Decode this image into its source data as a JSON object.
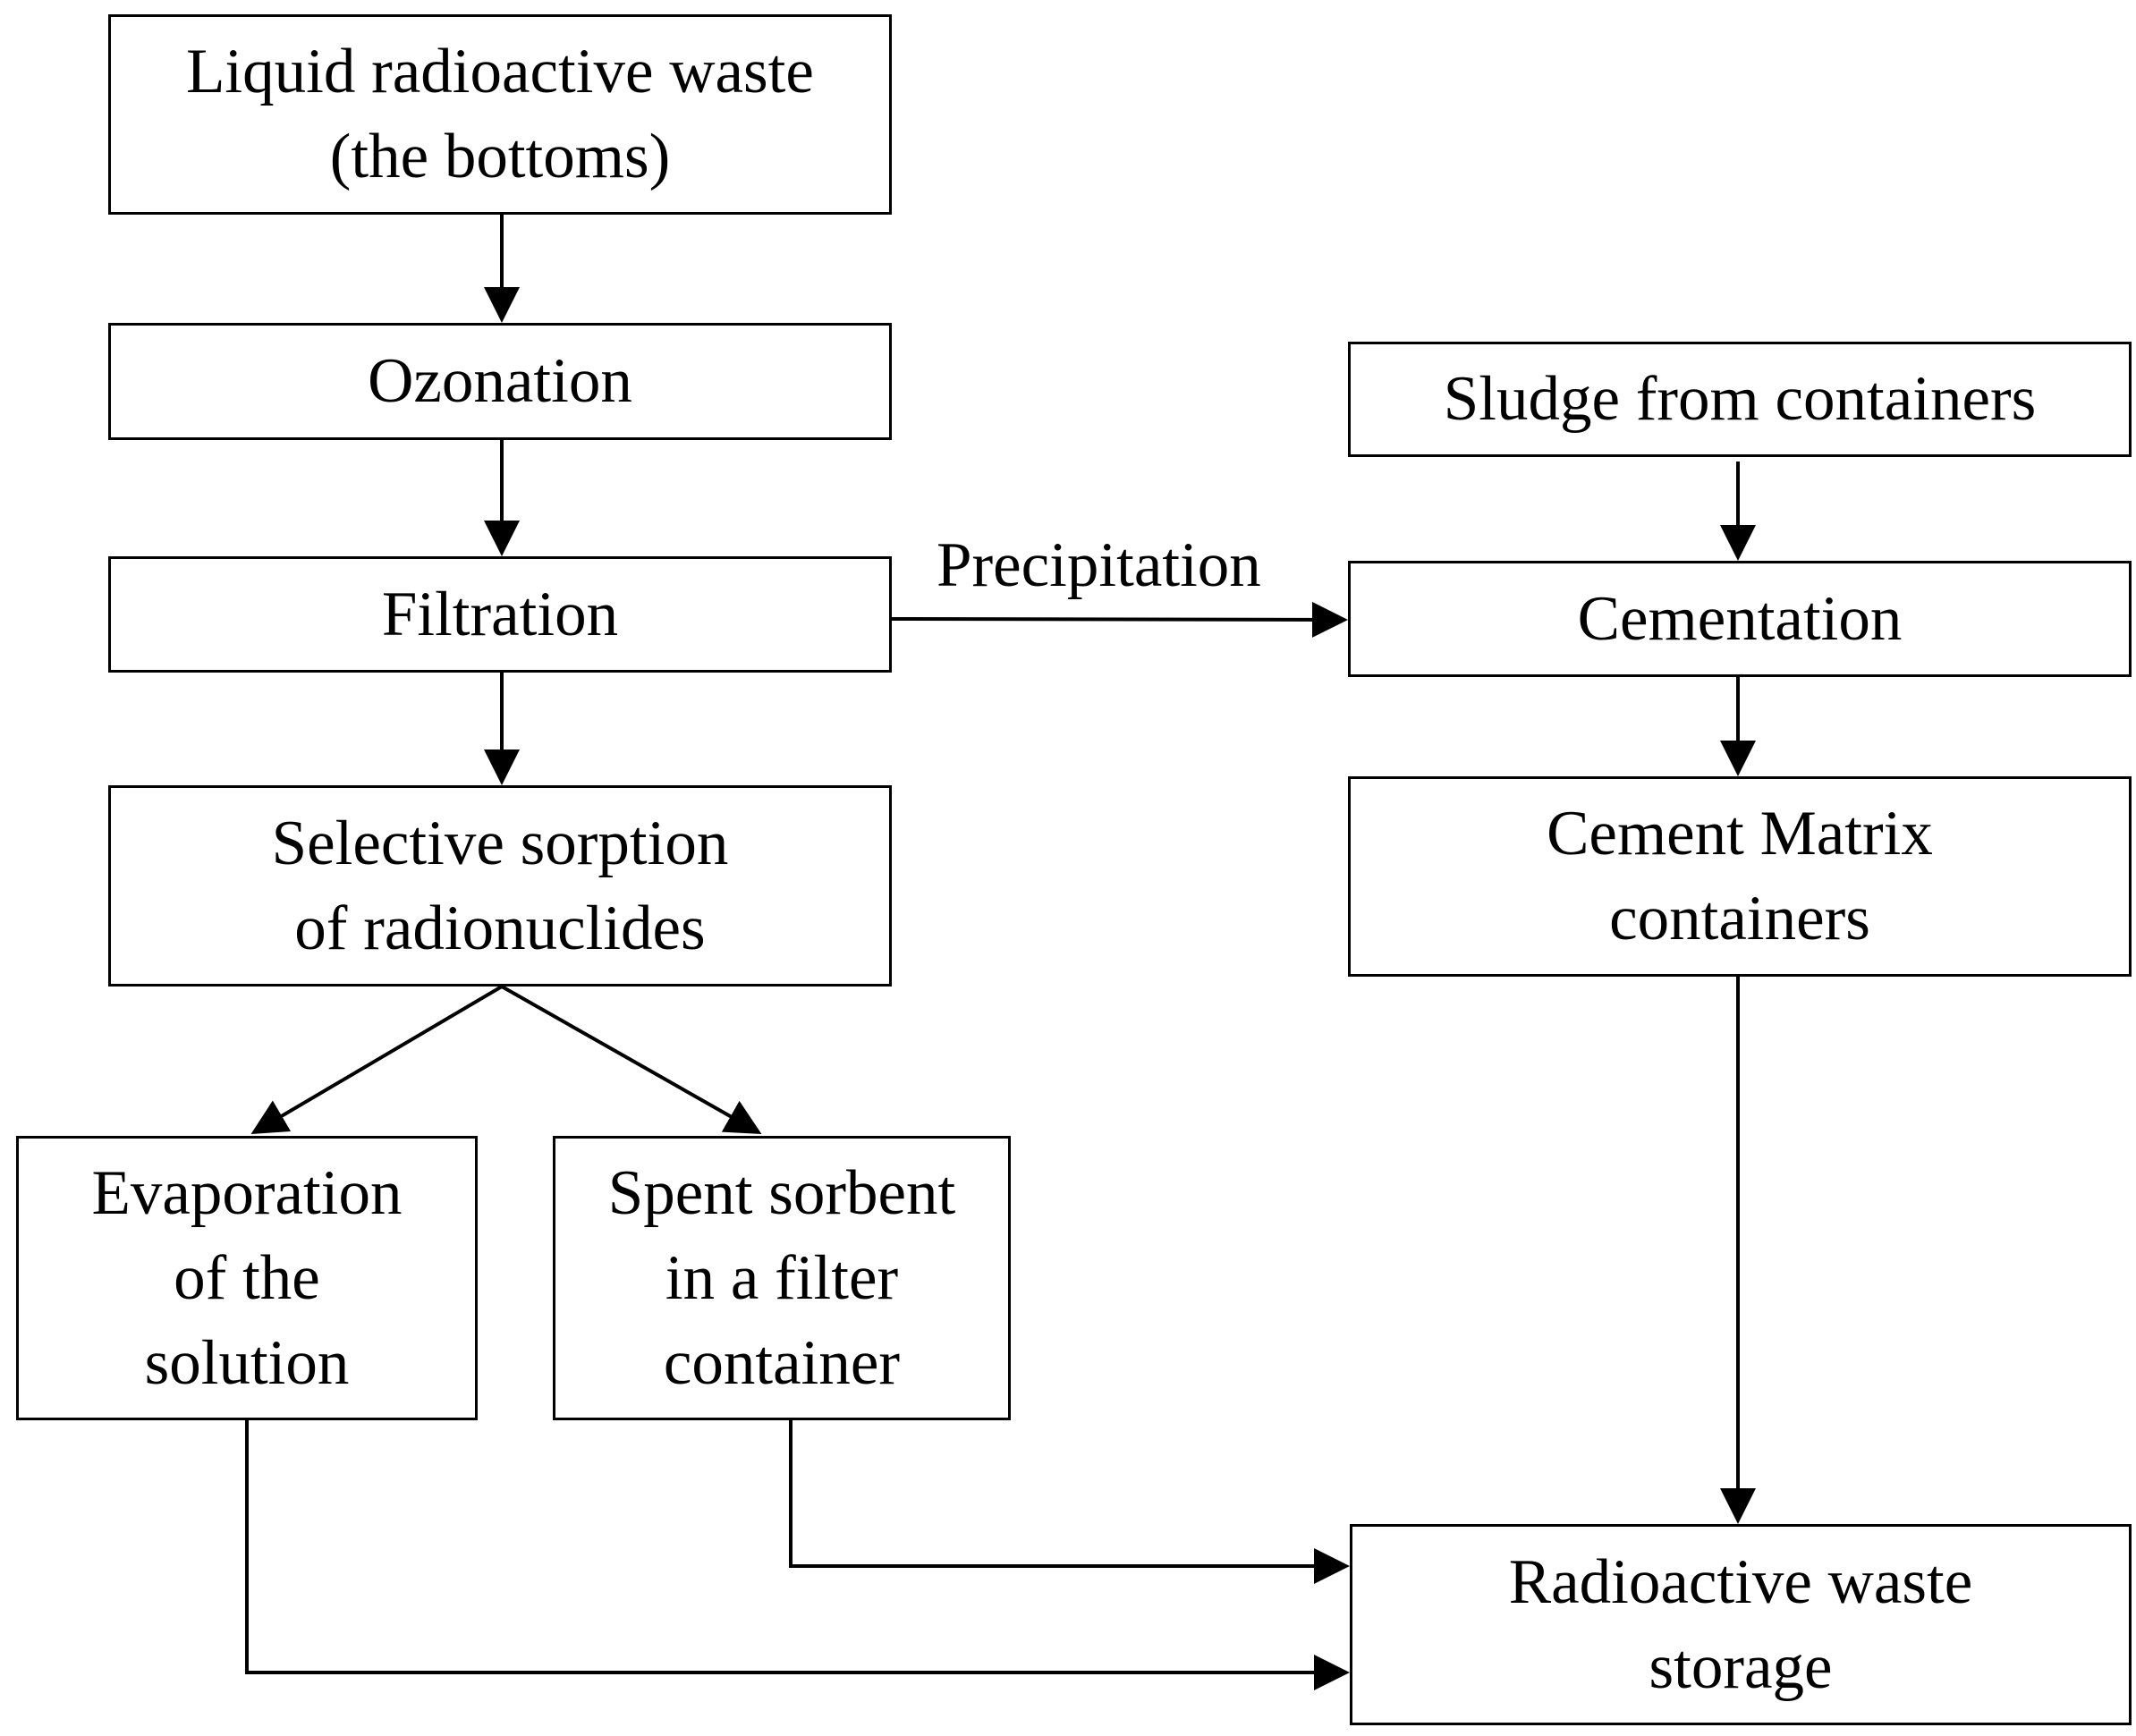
{
  "nodes": {
    "liquid_waste": {
      "lines": [
        "Liquid radioactive waste",
        "(the bottoms)"
      ]
    },
    "ozonation": {
      "lines": [
        "Ozonation"
      ]
    },
    "filtration": {
      "lines": [
        "Filtration"
      ]
    },
    "selective_sorption": {
      "lines": [
        "Selective sorption",
        "of radionuclides"
      ]
    },
    "evaporation": {
      "lines": [
        "Evaporation",
        "of the",
        "solution"
      ]
    },
    "spent_sorbent": {
      "lines": [
        "Spent sorbent",
        "in a filter",
        "container"
      ]
    },
    "sludge": {
      "lines": [
        "Sludge from containers"
      ]
    },
    "cementation": {
      "lines": [
        "Cementation"
      ]
    },
    "cement_matrix": {
      "lines": [
        "Cement Matrix",
        "containers"
      ]
    },
    "storage": {
      "lines": [
        "Radioactive waste",
        "storage"
      ]
    }
  },
  "edges": {
    "precipitation_label": "Precipitation"
  },
  "colors": {
    "stroke": "#000000",
    "background": "#ffffff"
  }
}
